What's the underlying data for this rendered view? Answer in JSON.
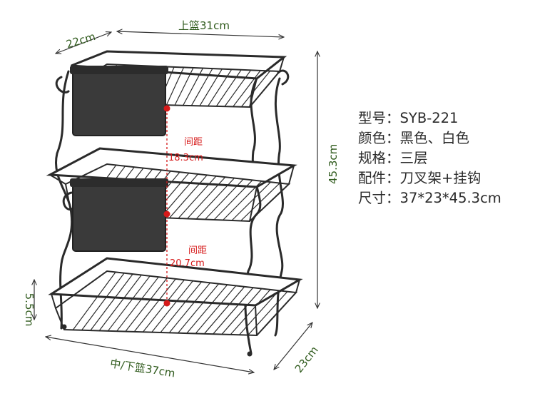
{
  "dimensions": {
    "top_depth": "22cm",
    "top_width": "上篮31cm",
    "height": "45.3cm",
    "foot_height": "5.5cm",
    "bottom_width": "中/下篮37cm",
    "bottom_depth": "23cm"
  },
  "spacing": [
    {
      "label": "间距",
      "value": "18.3cm"
    },
    {
      "label": "间距",
      "value": "20.7cm"
    }
  ],
  "specs": [
    {
      "key": "型号",
      "value": "SYB-221"
    },
    {
      "key": "颜色",
      "value": "黑色、白色"
    },
    {
      "key": "规格",
      "value": "三层"
    },
    {
      "key": "配件",
      "value": "刀叉架+挂钩"
    },
    {
      "key": "尺寸",
      "value": "37*23*45.3cm"
    }
  ],
  "colors": {
    "dimension_text": "#2f5a1c",
    "spacing_text": "#d61a1a",
    "rack": "#2a2a2a"
  }
}
